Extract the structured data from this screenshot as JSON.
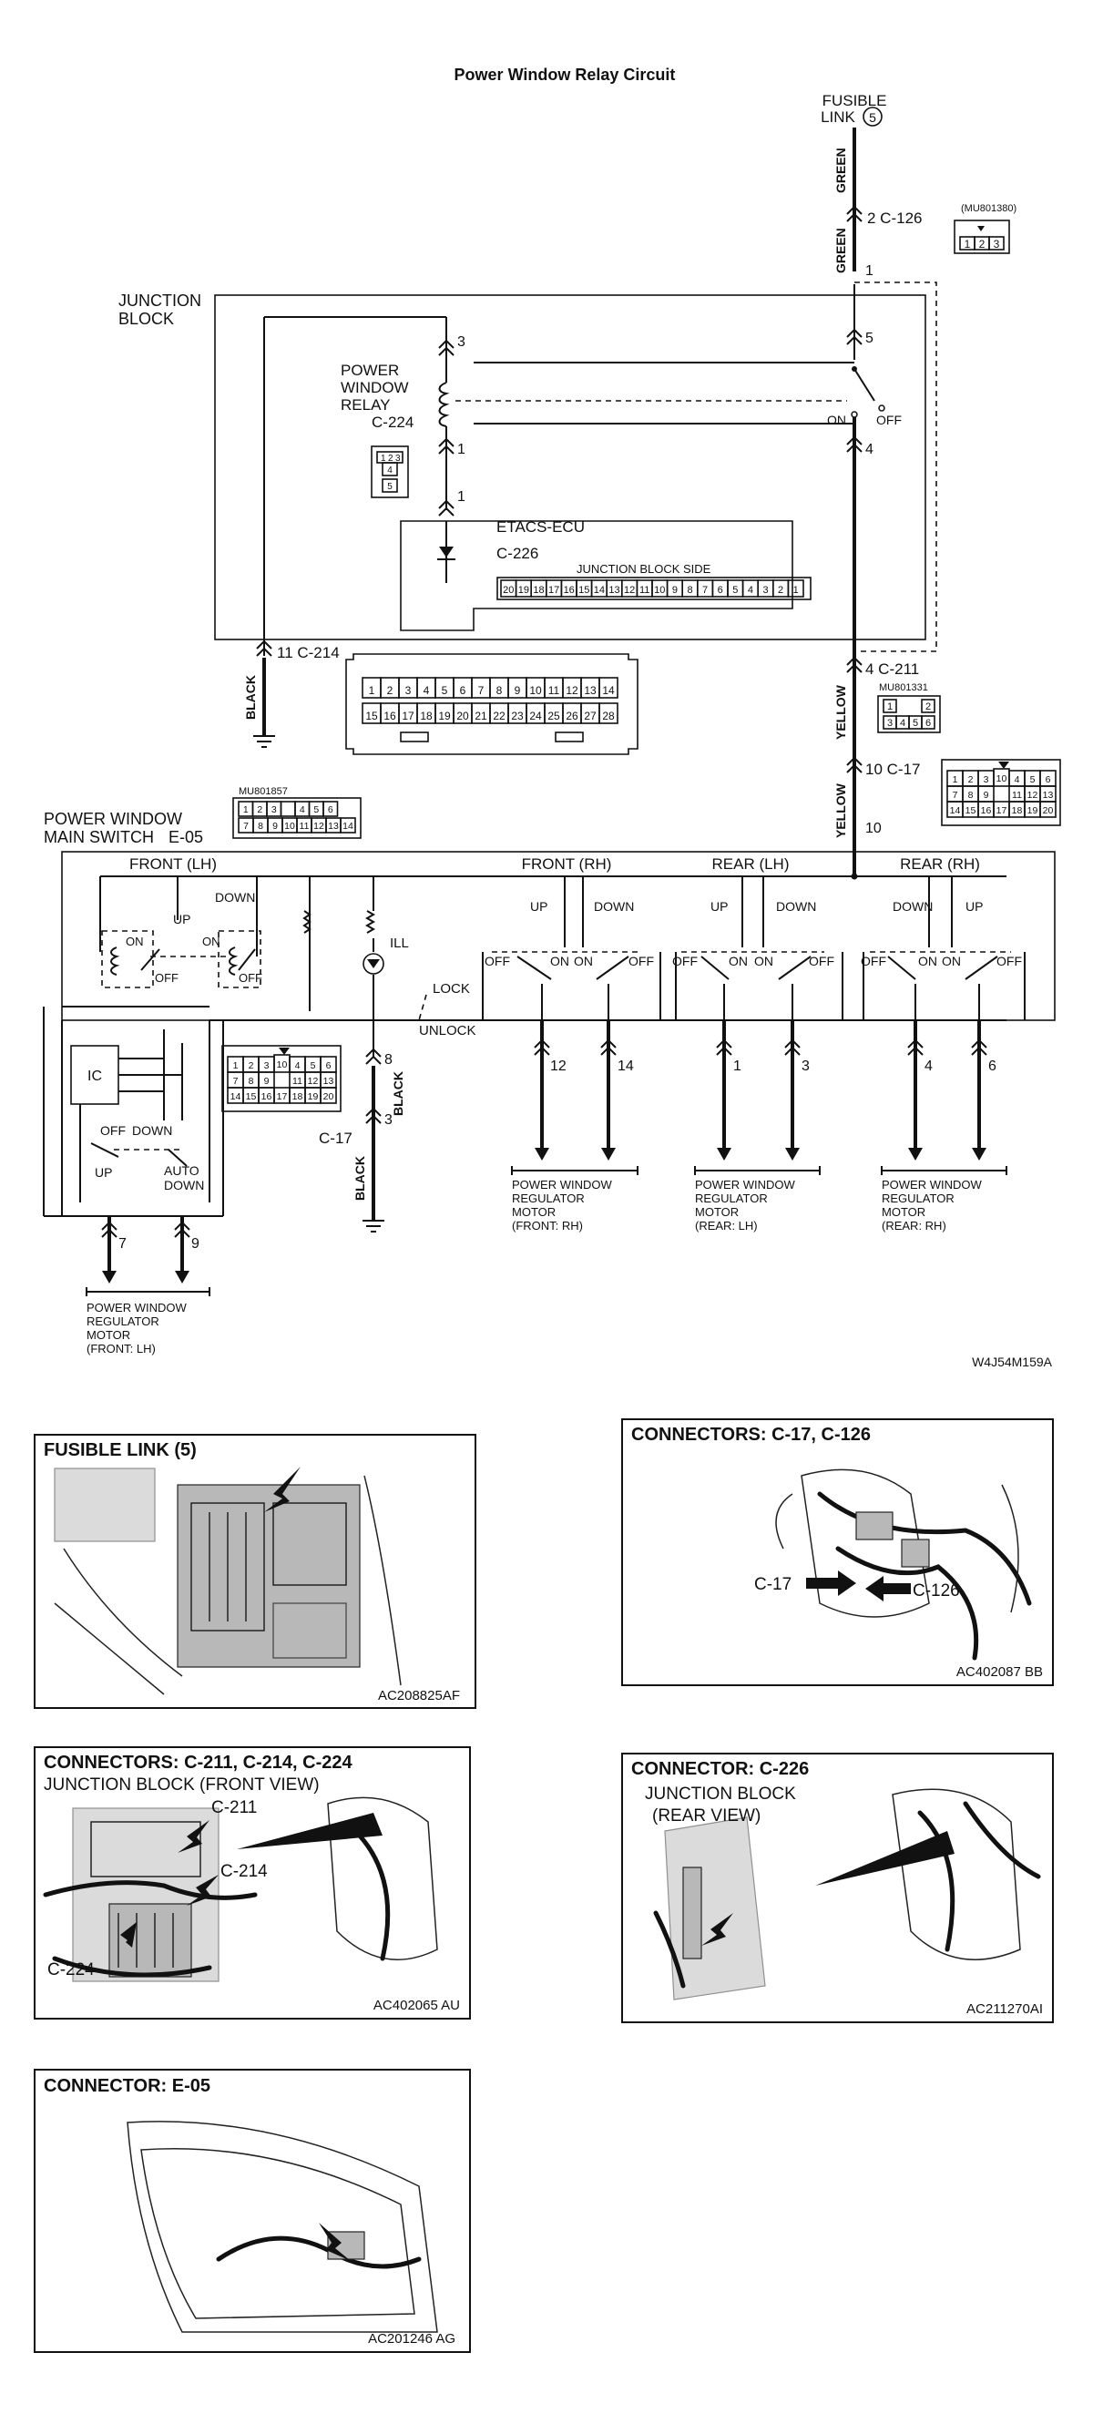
{
  "diagram": {
    "title": "Power Window Relay Circuit",
    "fusible_link": {
      "line1": "FUSIBLE",
      "line2": "LINK",
      "num": "5"
    },
    "wire_green": "GREEN",
    "wire_yellow": "YELLOW",
    "wire_black": "BLACK",
    "c126": {
      "label": "2 C-126",
      "part": "(MU801380)",
      "pins": [
        "1",
        "2",
        "3"
      ]
    },
    "junction_block": {
      "line1": "JUNCTION",
      "line2": "BLOCK"
    },
    "relay": {
      "line1": "POWER",
      "line2": "WINDOW",
      "line3": "RELAY",
      "conn": "C-224",
      "on": "ON",
      "off": "OFF",
      "pins": [
        "1",
        "2",
        "3",
        "4",
        "5"
      ]
    },
    "pin_labels": {
      "p1": "1",
      "p3": "3",
      "p5": "5",
      "p4": "4",
      "p1b": "1",
      "p1c": "1"
    },
    "etacs": {
      "name": "ETACS-ECU",
      "conn": "C-226",
      "side": "JUNCTION BLOCK SIDE",
      "pins": [
        "20",
        "19",
        "18",
        "17",
        "16",
        "15",
        "14",
        "13",
        "12",
        "11",
        "10",
        "9",
        "8",
        "7",
        "6",
        "5",
        "4",
        "3",
        "2",
        "1"
      ]
    },
    "c214": {
      "label": "11 C-214",
      "row1": [
        "1",
        "2",
        "3",
        "4",
        "5",
        "6",
        "7",
        "8",
        "9",
        "10",
        "11",
        "12",
        "13",
        "14"
      ],
      "row2": [
        "15",
        "16",
        "17",
        "18",
        "19",
        "20",
        "21",
        "22",
        "23",
        "24",
        "25",
        "26",
        "27",
        "28"
      ]
    },
    "c211": {
      "label": "4 C-211",
      "part": "MU801331",
      "row1": [
        "1",
        "2"
      ],
      "row2": [
        "3",
        "4",
        "5",
        "6"
      ]
    },
    "c17_top": {
      "label": "10 C-17",
      "pin_below": "10",
      "grid": [
        [
          "1",
          "2",
          "3",
          "",
          "4",
          "5",
          "6"
        ],
        [
          "7",
          "8",
          "9",
          "",
          "11",
          "12",
          "13"
        ],
        [
          "14",
          "15",
          "16",
          "17",
          "18",
          "19",
          "20"
        ]
      ],
      "mid": "10"
    },
    "e05": {
      "part": "MU801857",
      "title1": "POWER WINDOW",
      "title2": "MAIN SWITCH",
      "conn": "E-05",
      "row1": [
        "1",
        "2",
        "3",
        "",
        "4",
        "5",
        "6"
      ],
      "row2": [
        "7",
        "8",
        "9",
        "10",
        "11",
        "12",
        "13",
        "14"
      ]
    },
    "switch_groups": {
      "front_lh": "FRONT (LH)",
      "front_rh": "FRONT (RH)",
      "rear_lh": "REAR (LH)",
      "rear_rh": "REAR (RH)",
      "up": "UP",
      "down": "DOWN",
      "on": "ON",
      "off": "OFF",
      "ill": "ILL",
      "lock": "LOCK",
      "unlock": "UNLOCK",
      "ic": "IC",
      "auto1": "AUTO",
      "auto2": "DOWN"
    },
    "outputs": {
      "p12": "12",
      "p14": "14",
      "p1": "1",
      "p3": "3",
      "p4": "4",
      "p6": "6",
      "p7": "7",
      "p9": "9",
      "p8": "8",
      "p3b": "3",
      "motor_line1": "POWER WINDOW",
      "motor_line2": "REGULATOR",
      "motor_line3": "MOTOR",
      "front_rh": "(FRONT: RH)",
      "rear_lh": "(REAR: LH)",
      "rear_rh": "(REAR: RH)",
      "front_lh": "(FRONT: LH)"
    },
    "c17_bottom": {
      "label": "C-17",
      "grid": [
        [
          "1",
          "2",
          "3",
          "",
          "4",
          "5",
          "6"
        ],
        [
          "7",
          "8",
          "9",
          "",
          "11",
          "12",
          "13"
        ],
        [
          "14",
          "15",
          "16",
          "17",
          "18",
          "19",
          "20"
        ]
      ],
      "mid": "10"
    },
    "code": "W4J54M159A"
  },
  "photos": [
    {
      "title": "FUSIBLE LINK (5)",
      "code": "AC208825AF"
    },
    {
      "title": "CONNECTORS: C-17, C-126",
      "code": "AC402087 BB",
      "label_a": "C-17",
      "label_b": "C-126"
    },
    {
      "title": "CONNECTORS: C-211, C-214, C-224",
      "subtitle": "JUNCTION BLOCK (FRONT VIEW)",
      "code": "AC402065 AU",
      "label_a": "C-211",
      "label_b": "C-214",
      "label_c": "C-224"
    },
    {
      "title": "CONNECTOR: C-226",
      "subtitle1": "JUNCTION BLOCK",
      "subtitle2": "(REAR VIEW)",
      "code": "AC211270AI"
    },
    {
      "title": "CONNECTOR: E-05",
      "code": "AC201246 AG"
    }
  ]
}
